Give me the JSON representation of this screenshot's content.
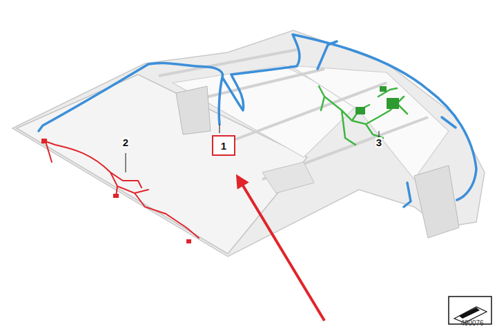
{
  "diagram": {
    "nodes": [
      {
        "text": [
          "1"
        ]
      }
    ],
    "labels": [
      "2",
      "3",
      "490076"
    ]
  }
}
